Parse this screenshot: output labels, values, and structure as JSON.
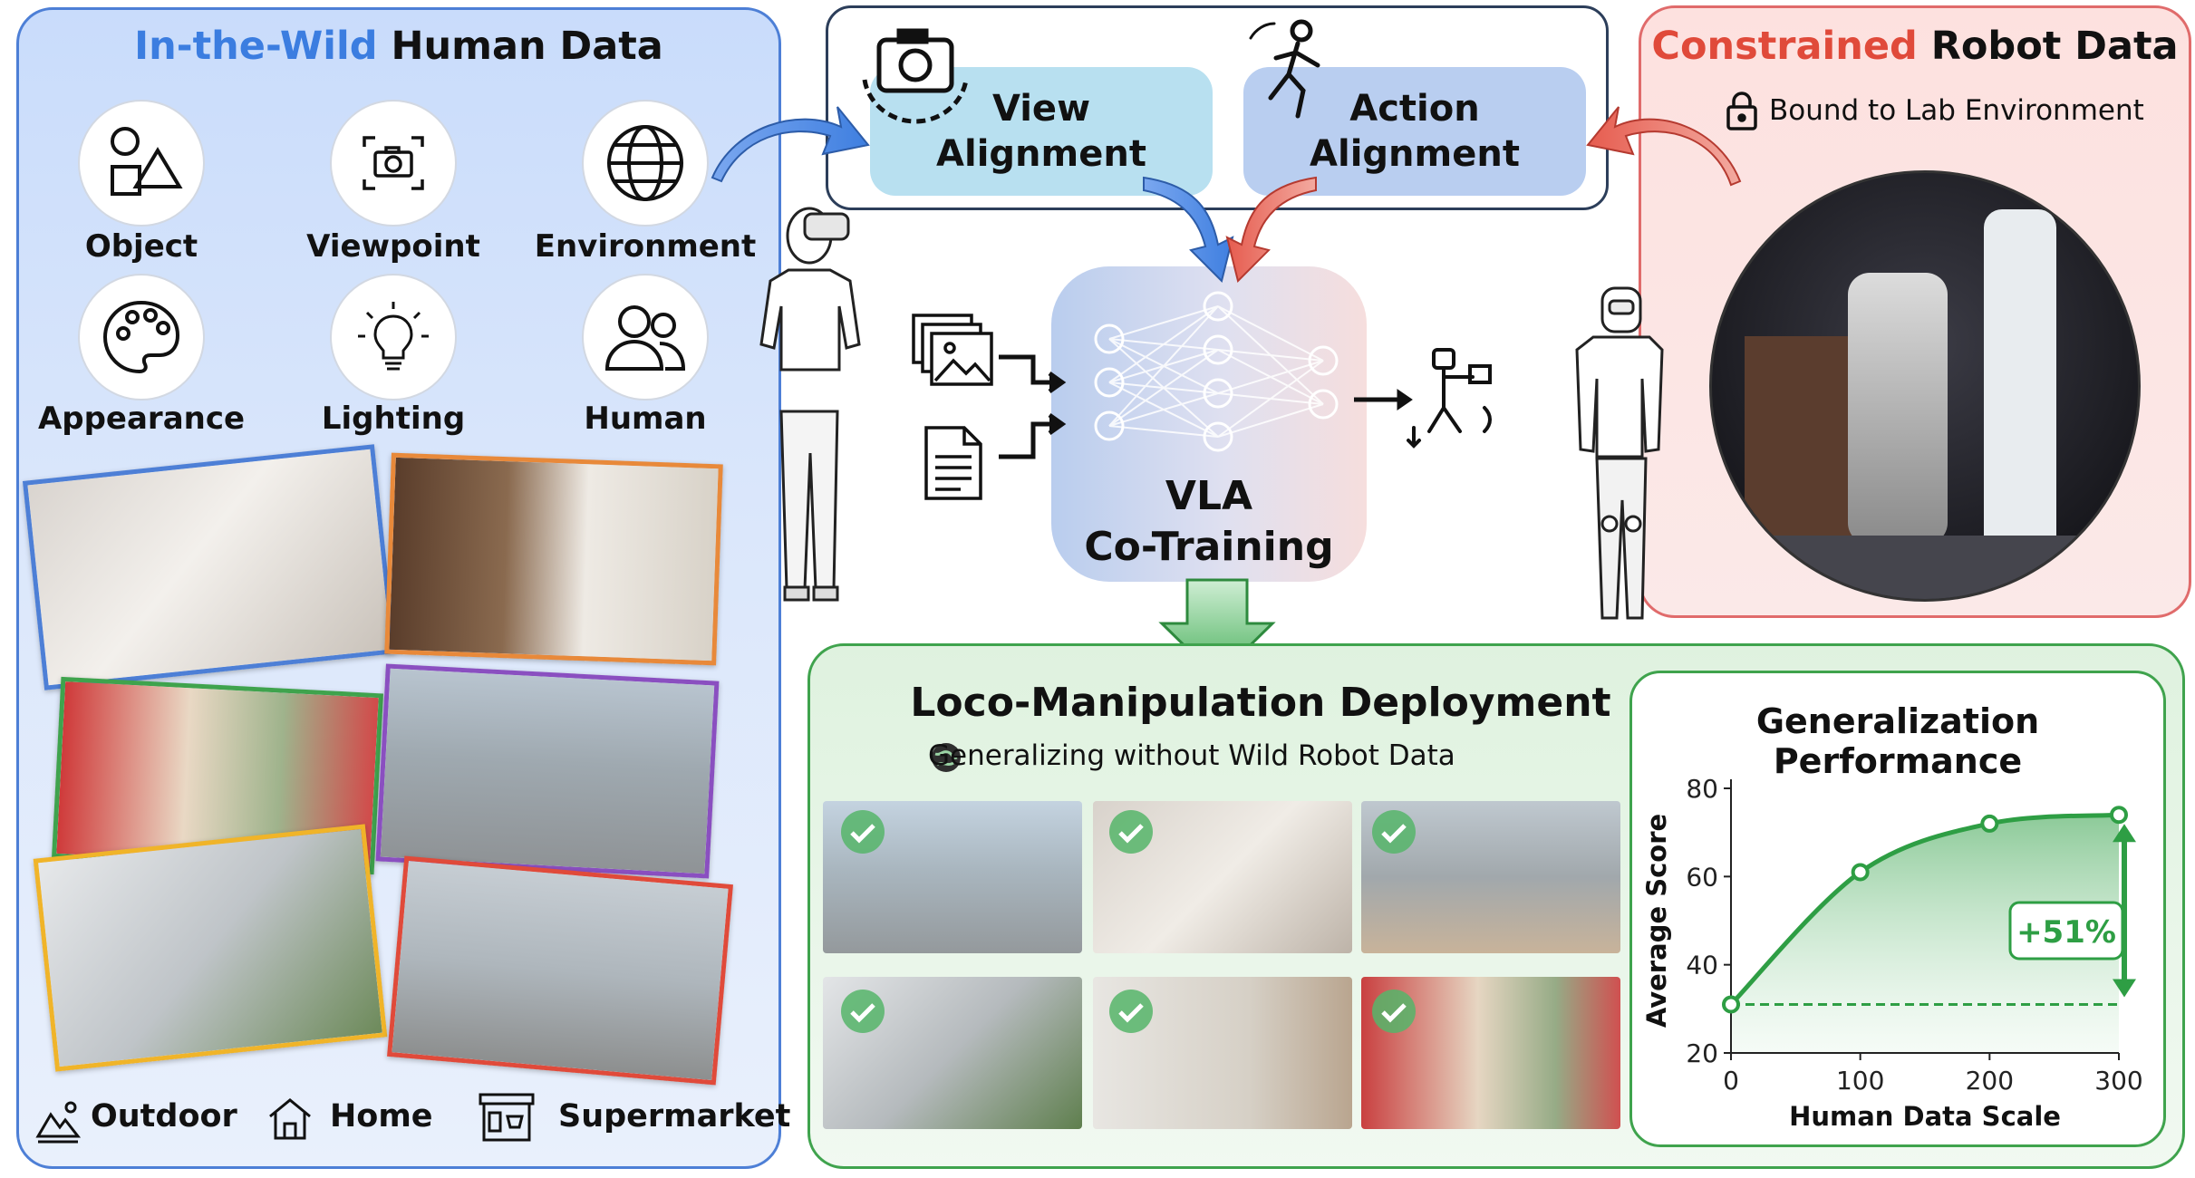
{
  "human_panel": {
    "title_highlight": "In-the-Wild",
    "title_rest": " Human Data",
    "factors": [
      "Object",
      "Viewpoint",
      "Environment",
      "Appearance",
      "Lighting",
      "Human"
    ],
    "locations": [
      "Outdoor",
      "Home",
      "Supermarket"
    ]
  },
  "alignment": {
    "view": "View Alignment",
    "action": "Action Alignment"
  },
  "robot_panel": {
    "title_highlight": "Constrained",
    "title_rest": " Robot Data",
    "subtitle": "Bound to Lab Environment"
  },
  "vla": {
    "line1": "VLA",
    "line2": "Co-Training"
  },
  "deployment": {
    "title": "Loco-Manipulation Deployment",
    "subtitle": "Generalizing without Wild Robot Data",
    "thumbnail_count": 6
  },
  "chart_data": {
    "type": "line",
    "title": "Generalization Performance",
    "xlabel": "Human Data Scale",
    "ylabel": "Average Score",
    "x": [
      0,
      100,
      200,
      300
    ],
    "y": [
      31,
      61,
      72,
      74
    ],
    "baseline": 31,
    "xlim": [
      0,
      300
    ],
    "ylim": [
      20,
      80
    ],
    "xticks": [
      0,
      100,
      200,
      300
    ],
    "yticks": [
      20,
      40,
      60,
      80
    ],
    "annotation": "+51%",
    "colors": {
      "line": "#2e9e44",
      "fill": "#bfe6c6"
    }
  }
}
